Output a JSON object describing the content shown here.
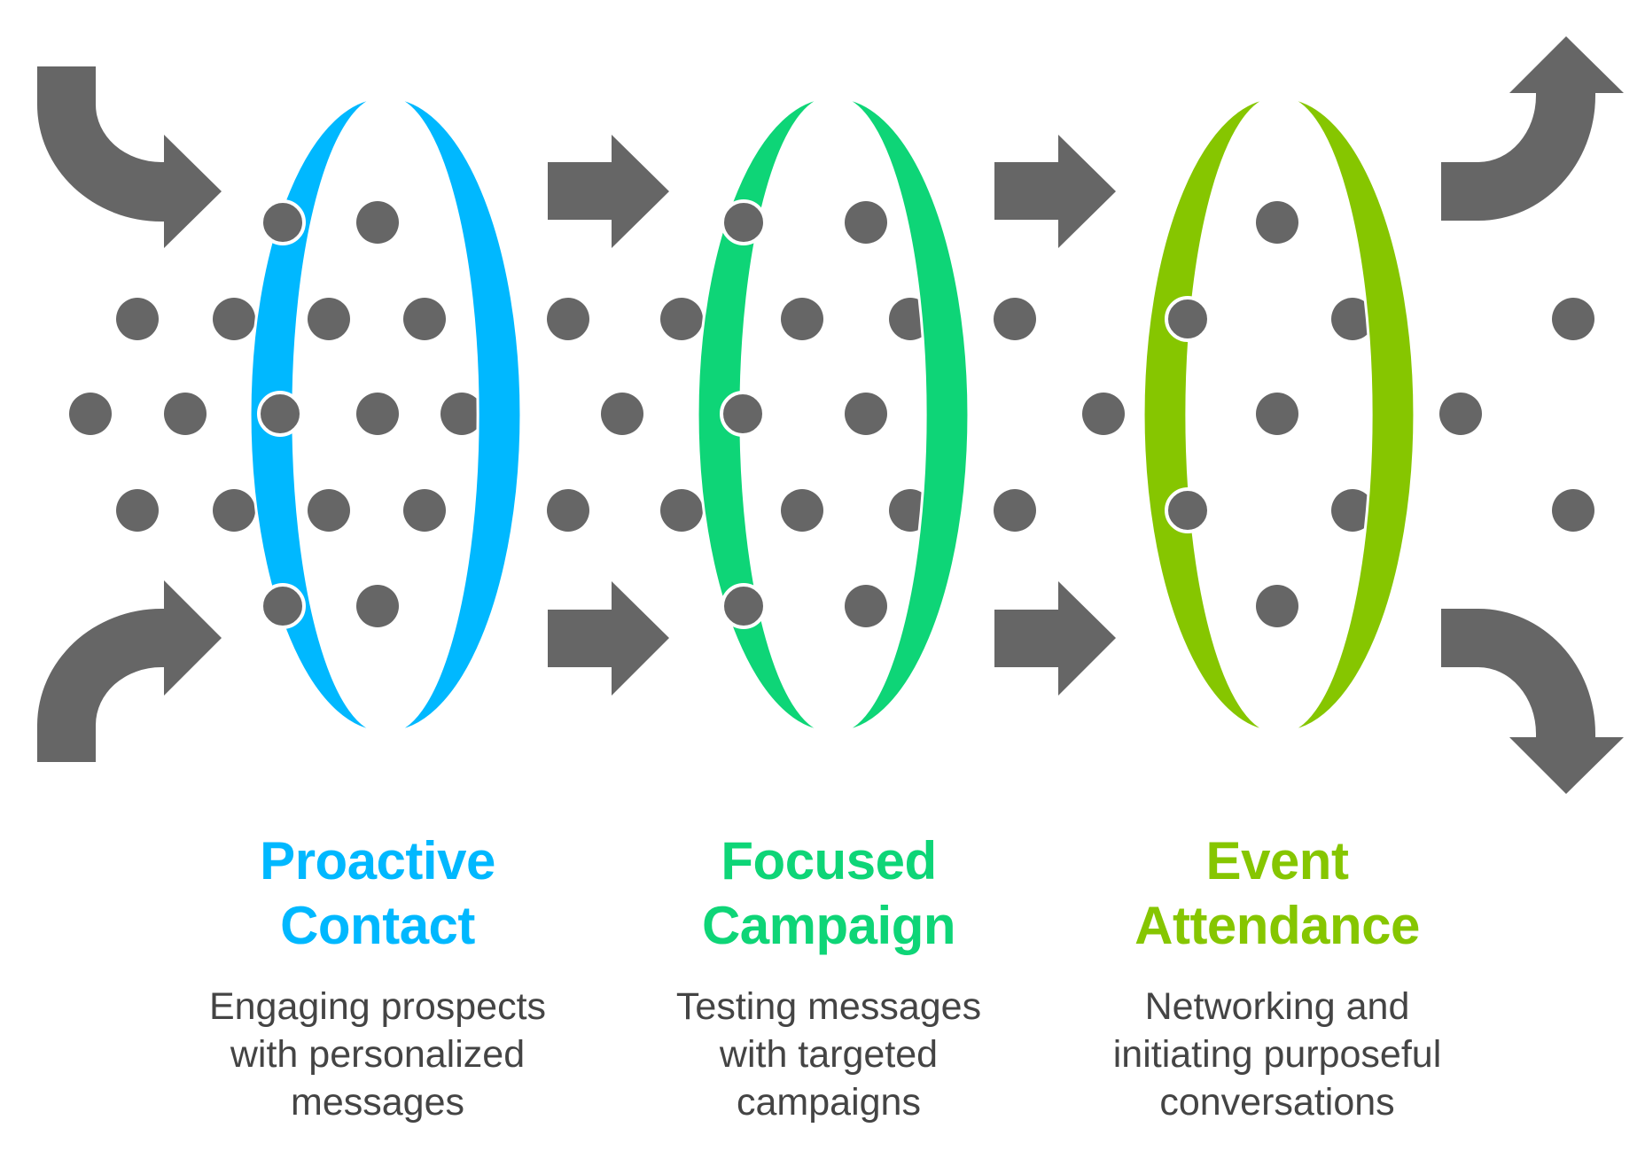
{
  "diagram": {
    "type": "funnel-filter-stages",
    "arrow_color": "#666666",
    "dot_color": "#666666",
    "text_color": "#444444",
    "stages": [
      {
        "id": "proactive-contact",
        "color": "#00B8FF",
        "title_lines": [
          "Proactive",
          "Contact"
        ],
        "description_lines": [
          "Engaging prospects",
          "with personalized",
          "messages"
        ]
      },
      {
        "id": "focused-campaign",
        "color": "#0ED577",
        "title_lines": [
          "Focused",
          "Campaign"
        ],
        "description_lines": [
          "Testing messages",
          "with targeted",
          "campaigns"
        ]
      },
      {
        "id": "event-attendance",
        "color": "#86C600",
        "title_lines": [
          "Event",
          "Attendance"
        ],
        "description_lines": [
          "Networking and",
          "initiating purposeful",
          "conversations"
        ]
      }
    ],
    "icons": {
      "inflow_arrow": "curved-arrow-right-icon",
      "flow_arrow": "arrow-right-icon",
      "outflow_arrow": "curved-arrow-out-icon",
      "lead": "dot-icon",
      "filter_ring": "ring-filter-icon"
    }
  }
}
